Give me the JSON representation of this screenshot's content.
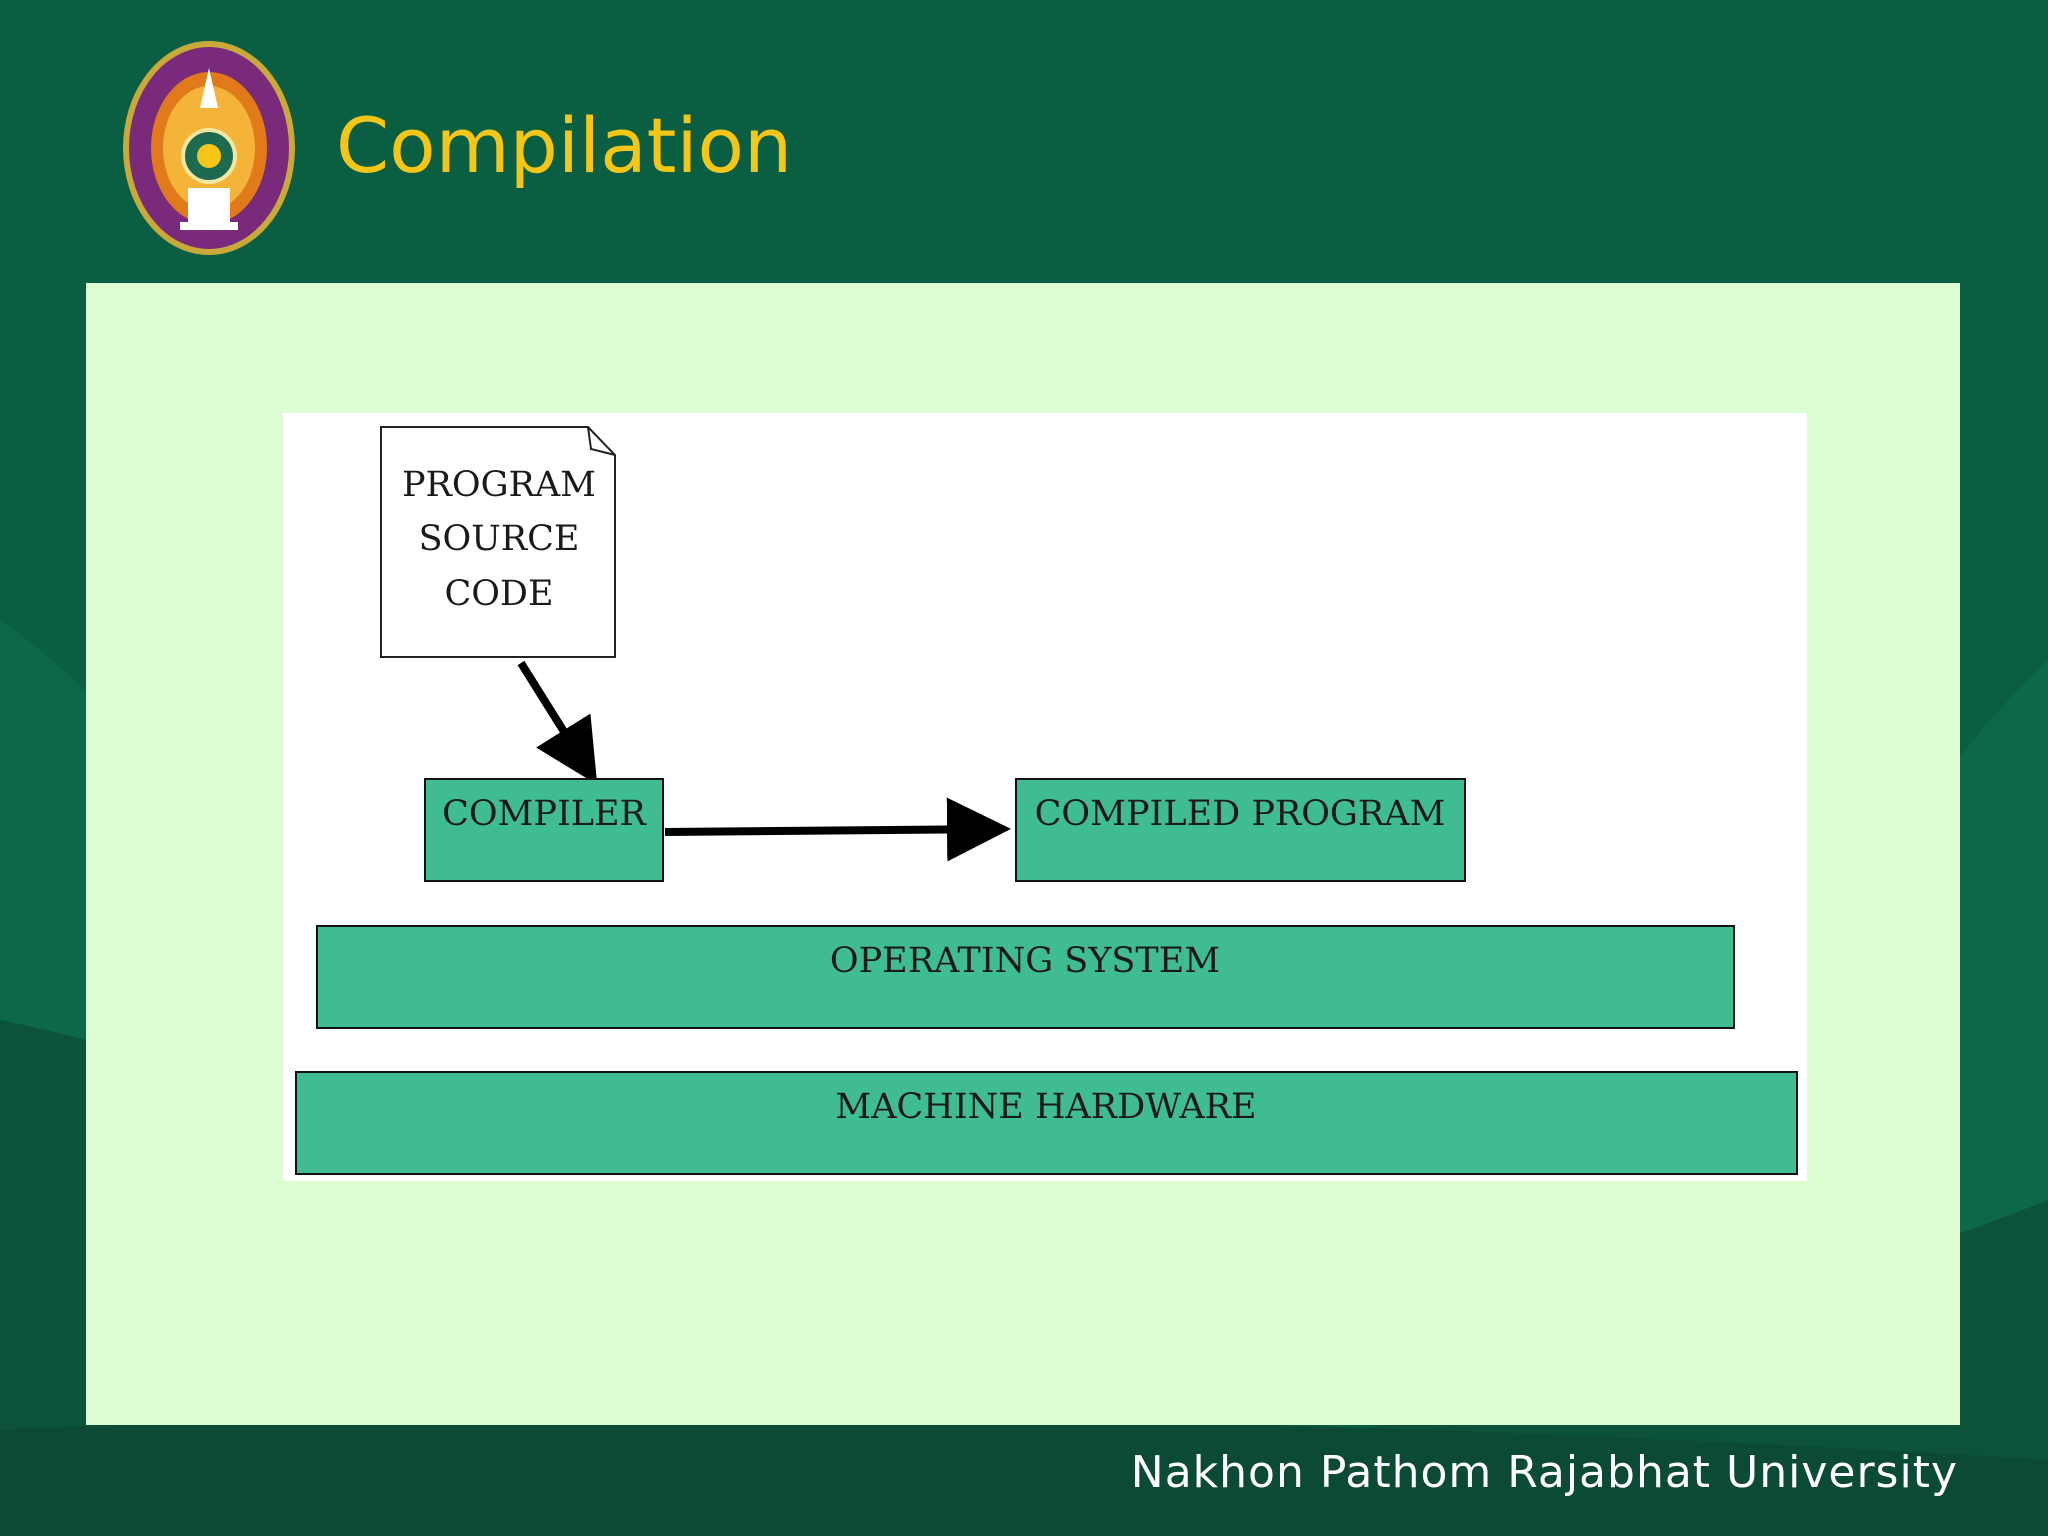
{
  "slide": {
    "title": "Compilation",
    "footer": "Nakhon Pathom Rajabhat University",
    "logo": "Nakhon Pathom Rajabhat University seal"
  },
  "diagram": {
    "source_doc": {
      "line1": "PROGRAM",
      "line2": "SOURCE",
      "line3": "CODE"
    },
    "compiler": "COMPILER",
    "compiled_program": "COMPILED PROGRAM",
    "operating_system": "OPERATING SYSTEM",
    "machine_hardware": "MACHINE HARDWARE",
    "edges": [
      {
        "from": "source_doc",
        "to": "compiler"
      },
      {
        "from": "compiler",
        "to": "compiled_program"
      }
    ]
  },
  "colors": {
    "background": "#0a5e41",
    "title": "#f5c518",
    "panel": "#dcfcd3",
    "box_fill": "#40bc92"
  }
}
